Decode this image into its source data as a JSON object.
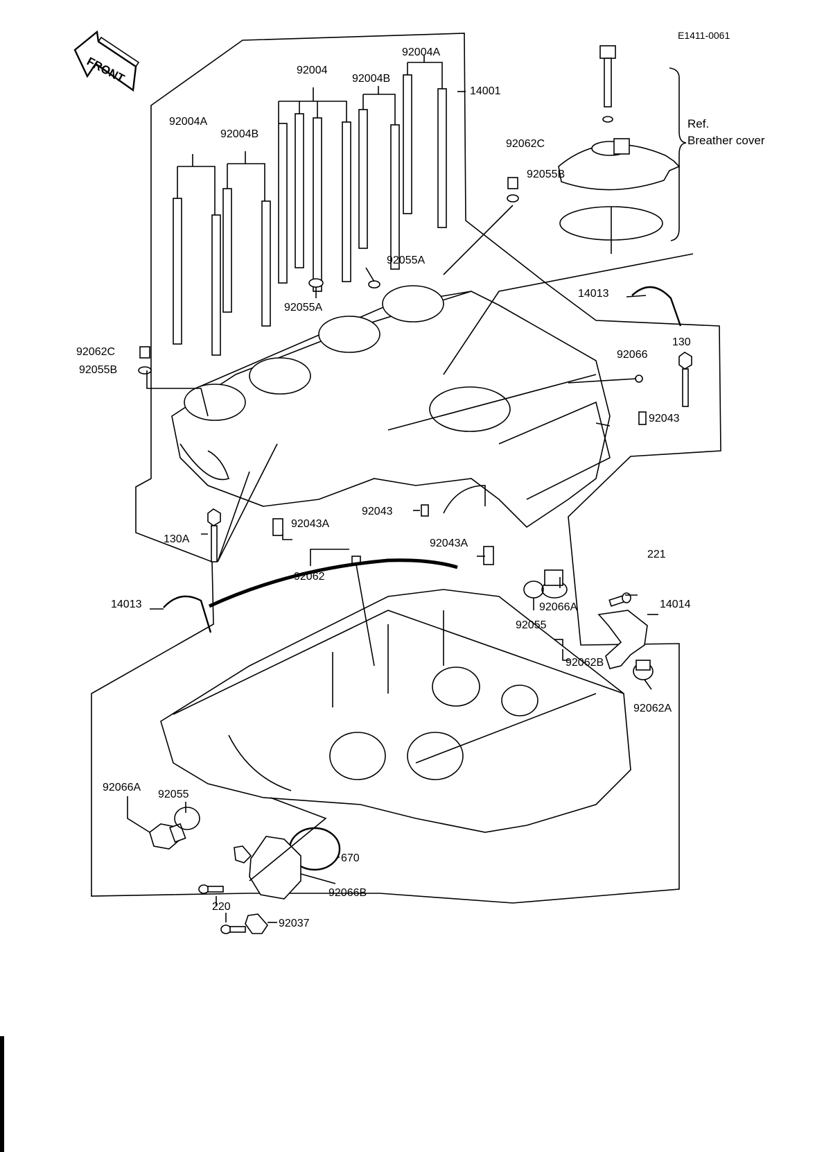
{
  "diagram_code": "E1411-0061",
  "front_label": "FRONT",
  "reference": {
    "prefix": "Ref.",
    "name": "Breather cover"
  },
  "labels": {
    "p92004": "92004",
    "p92004A_top": "92004A",
    "p92004B_top": "92004B",
    "p14001": "14001",
    "p92004A_left": "92004A",
    "p92004B_left": "92004B",
    "p92062C_top": "92062C",
    "p92055B_top": "92055B",
    "p92055A_mid": "92055A",
    "p92055A_left": "92055A",
    "p14013_top": "14013",
    "p130": "130",
    "p92066": "92066",
    "p92062C_left": "92062C",
    "p92055B_left": "92055B",
    "p92043_right": "92043",
    "p92043_mid": "92043",
    "p130A": "130A",
    "p92043A_left": "92043A",
    "p92043A_mid": "92043A",
    "p92062": "92062",
    "p14013_left": "14013",
    "p221": "221",
    "p14014": "14014",
    "p92066A_right": "92066A",
    "p92055_right": "92055",
    "p92062B": "92062B",
    "p92062A": "92062A",
    "p92066A_left": "92066A",
    "p92055_left": "92055",
    "p670": "670",
    "p92066B": "92066B",
    "p220": "220",
    "p92037": "92037"
  }
}
